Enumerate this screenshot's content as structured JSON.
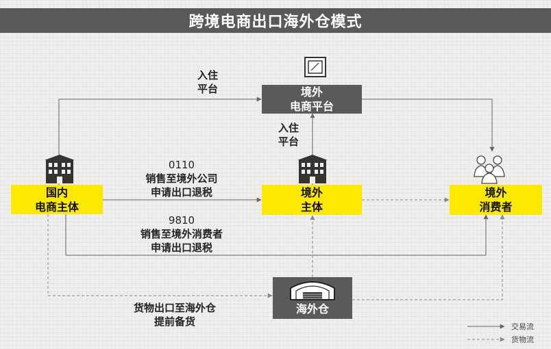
{
  "title": "跨境电商出口海外仓模式",
  "nodes": {
    "domestic": [
      "国内",
      "电商主体"
    ],
    "platform": [
      "境外",
      "电商平台"
    ],
    "overseas_entity": [
      "境外",
      "主体"
    ],
    "consumer": [
      "境外",
      "消费者"
    ],
    "warehouse": "海外仓"
  },
  "labels": {
    "enter_platform_top": [
      "入住",
      "平台"
    ],
    "enter_platform_mid": [
      "入住",
      "平台"
    ],
    "code_0110": [
      "0110",
      "销售至境外公司",
      "申请出口退税"
    ],
    "code_9810": [
      "9810",
      "销售至境外消费者",
      "申请出口退税"
    ],
    "goods_export": [
      "货物出口至海外仓",
      "提前备货"
    ]
  },
  "legend": {
    "transaction": "交易流",
    "goods": "货物流"
  },
  "icons": [
    "building-icon",
    "screen-icon",
    "consumers-icon",
    "warehouse-icon"
  ]
}
